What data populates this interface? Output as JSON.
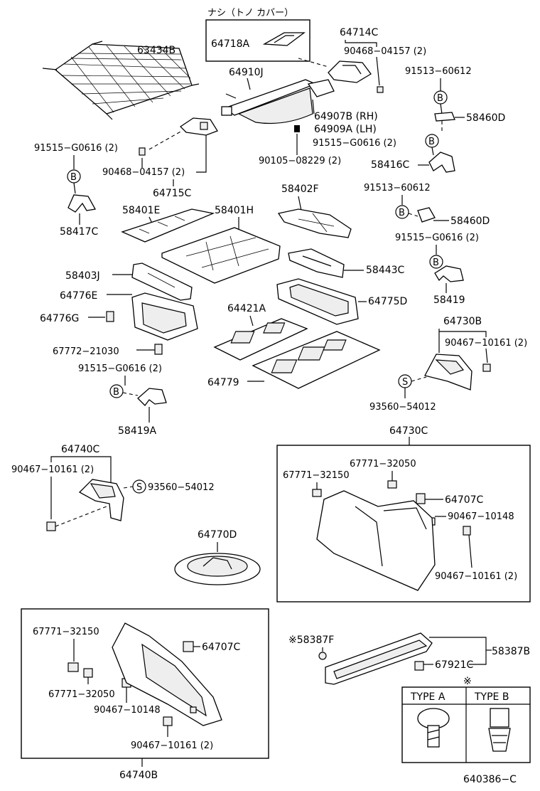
{
  "header_note": "ナシ（トノ カバー）",
  "parts": {
    "p64718A": "64718A",
    "p63434B": "63434B",
    "p64714C": "64714C",
    "p90468_04157_2_top": "90468−04157 (2)",
    "p91513_60612_top": "91513−60612",
    "p64910J": "64910J",
    "p64907B": "64907B (RH)",
    "p64909A": "64909A (LH)",
    "p58460D_top": "58460D",
    "p91515_G0616_2_right": "91515−G0616 (2)",
    "p58416C": "58416C",
    "p91515_G0616_2_left": "91515−G0616 (2)",
    "p90468_04157_2_mid": "90468−04157 (2)",
    "p90105_08229": "90105−08229 (2)",
    "p64715C": "64715C",
    "p58402F": "58402F",
    "p91513_60612_mid": "91513−60612",
    "p58401E": "58401E",
    "p58401H": "58401H",
    "p58417C": "58417C",
    "p58460D_mid": "58460D",
    "p91515_G0616_2_mid": "91515−G0616 (2)",
    "p58443C": "58443C",
    "p58403J": "58403J",
    "p58419": "58419",
    "p64776E": "64776E",
    "p64775D": "64775D",
    "p64421A": "64421A",
    "p64776G": "64776G",
    "p64730B": "64730B",
    "p67772_21030": "67772−21030",
    "p90467_10161_2_right": "90467−10161 (2)",
    "p91515_G0616_2_low": "91515−G0616 (2)",
    "p64779": "64779",
    "p93560_54012_right": "93560−54012",
    "p58419A": "58419A",
    "p64730C": "64730C",
    "p64740C": "64740C",
    "p67771_32050_a": "67771−32050",
    "p90467_10161_2_left": "90467−10161 (2)",
    "p67771_32150_a": "67771−32150",
    "p93560_54012_left": "93560−54012",
    "p64707C_a": "64707C",
    "p90467_10148_a": "90467−10148",
    "p64770D": "64770D",
    "p90467_10161_2_box": "90467−10161 (2)",
    "p67771_32150_b": "67771−32150",
    "p64707C_b": "64707C",
    "p58387F": "※58387F",
    "p58387B": "58387B",
    "p67921C": "67921C",
    "p67771_32050_b": "67771−32050",
    "p90467_10148_b": "90467−10148",
    "p90467_10161_2_bottom": "90467−10161 (2)",
    "p64740B": "64740B"
  },
  "markers": {
    "b": "B",
    "s": "S"
  },
  "type_table": {
    "note_mark": "※",
    "type_a": "TYPE  A",
    "type_b": "TYPE  B"
  },
  "figure_id": "640386−C"
}
